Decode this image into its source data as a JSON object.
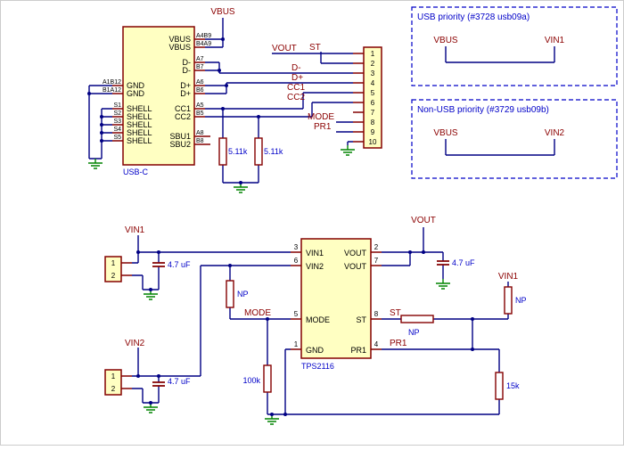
{
  "schematic": {
    "colors": {
      "wire": "#000084",
      "net_label": "#8B0000",
      "value_text": "#0000C8",
      "component_outline": "#840000",
      "component_fill": "#FFFFC2",
      "ground": "#008400",
      "pin_text": "#000000"
    }
  },
  "usb_c": {
    "ref": "USB-C",
    "right_pins": [
      {
        "num": "A4B9",
        "name": "VBUS"
      },
      {
        "num": "B4A9",
        "name": "VBUS"
      },
      {
        "num": "A7",
        "name": "D-"
      },
      {
        "num": "B7",
        "name": "D-"
      },
      {
        "num": "A6",
        "name": "D+"
      },
      {
        "num": "B6",
        "name": "D+"
      },
      {
        "num": "A5",
        "name": "CC1"
      },
      {
        "num": "B5",
        "name": "CC2"
      },
      {
        "num": "A8",
        "name": "SBU1"
      },
      {
        "num": "B8",
        "name": "SBU2"
      }
    ],
    "left_pins": [
      {
        "num": "A1B12",
        "name": "GND"
      },
      {
        "num": "B1A12",
        "name": "GND"
      },
      {
        "num": "S1",
        "name": "SHELL"
      },
      {
        "num": "S2",
        "name": "SHELL"
      },
      {
        "num": "S3",
        "name": "SHELL"
      },
      {
        "num": "S4",
        "name": "SHELL"
      },
      {
        "num": "S5",
        "name": "SHELL"
      }
    ]
  },
  "breakout": {
    "pins": [
      "1",
      "2",
      "3",
      "4",
      "5",
      "6",
      "7",
      "8",
      "9",
      "10"
    ]
  },
  "ic": {
    "ref": "TPS2116",
    "left_pins": [
      {
        "num": "3",
        "name": "VIN1"
      },
      {
        "num": "6",
        "name": "VIN2"
      },
      {
        "num": "5",
        "name": "MODE"
      },
      {
        "num": "1",
        "name": "GND"
      }
    ],
    "right_pins": [
      {
        "num": "2",
        "name": "VOUT"
      },
      {
        "num": "7",
        "name": "VOUT"
      },
      {
        "num": "8",
        "name": "ST"
      },
      {
        "num": "4",
        "name": "PR1"
      }
    ]
  },
  "input_connectors": {
    "pins": [
      "1",
      "2"
    ]
  },
  "nets": {
    "vbus": "VBUS",
    "vout": "VOUT",
    "st": "ST",
    "d_minus": "D-",
    "d_plus": "D+",
    "cc1": "CC1",
    "cc2": "CC2",
    "mode": "MODE",
    "pr1": "PR1",
    "vin1": "VIN1",
    "vin2": "VIN2"
  },
  "values": {
    "cc_pulldown": "5.11k",
    "input_cap": "4.7 uF",
    "not_populated": "NP",
    "mode_pulldown": "100k",
    "pr1_divider": "15k"
  },
  "info_boxes": [
    {
      "title": "USB priority (#3728 usb09a)",
      "left_net": "VBUS",
      "right_net": "VIN1"
    },
    {
      "title": "Non-USB priority (#3729 usb09b)",
      "left_net": "VBUS",
      "right_net": "VIN2"
    }
  ]
}
